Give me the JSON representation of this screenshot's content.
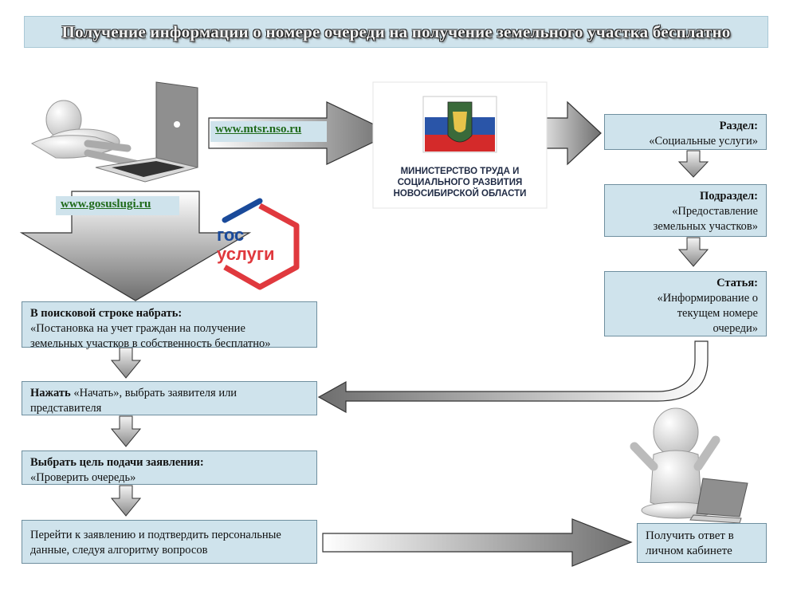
{
  "title": "Получение информации о номере очереди на получение земельного участка бесплатно",
  "links": {
    "mtsr": "www.mtsr.nso.ru",
    "gosuslugi": "www.gosuslugi.ru"
  },
  "ministry": {
    "line1": "МИНИСТЕРСТВО ТРУДА И",
    "line2": "СОЦИАЛЬНОГО РАЗВИТИЯ",
    "line3": "НОВОСИБИРСКОЙ ОБЛАСТИ"
  },
  "gosuslugi_logo": {
    "line1": "гос",
    "line2": "услуги"
  },
  "right_steps": {
    "section": {
      "label": "Раздел:",
      "text": "«Социальные услуги»"
    },
    "subsection": {
      "label": "Подраздел:",
      "text1": "«Предоставление",
      "text2": "земельных участков»"
    },
    "article": {
      "label": "Статья:",
      "text1": "«Информирование о",
      "text2": "текущем номере",
      "text3": "очереди»"
    }
  },
  "left_steps": {
    "search": {
      "label": "В поисковой строке набрать:",
      "text1": "«Постановка на учет граждан на получение",
      "text2": "земельных участков в собственность бесплатно»"
    },
    "start": {
      "label": "Нажать",
      "text1": " «Начать», выбрать заявителя или",
      "text2": "представителя"
    },
    "goal": {
      "label": "Выбрать цель подачи заявления:",
      "text": "«Проверить очередь»"
    },
    "confirm": {
      "text1": "Перейти к заявлению и подтвердить персональные",
      "text2": "данные, следуя алгоритму вопросов"
    }
  },
  "result": {
    "text1": "Получить ответ в",
    "text2": "личном кабинете"
  }
}
